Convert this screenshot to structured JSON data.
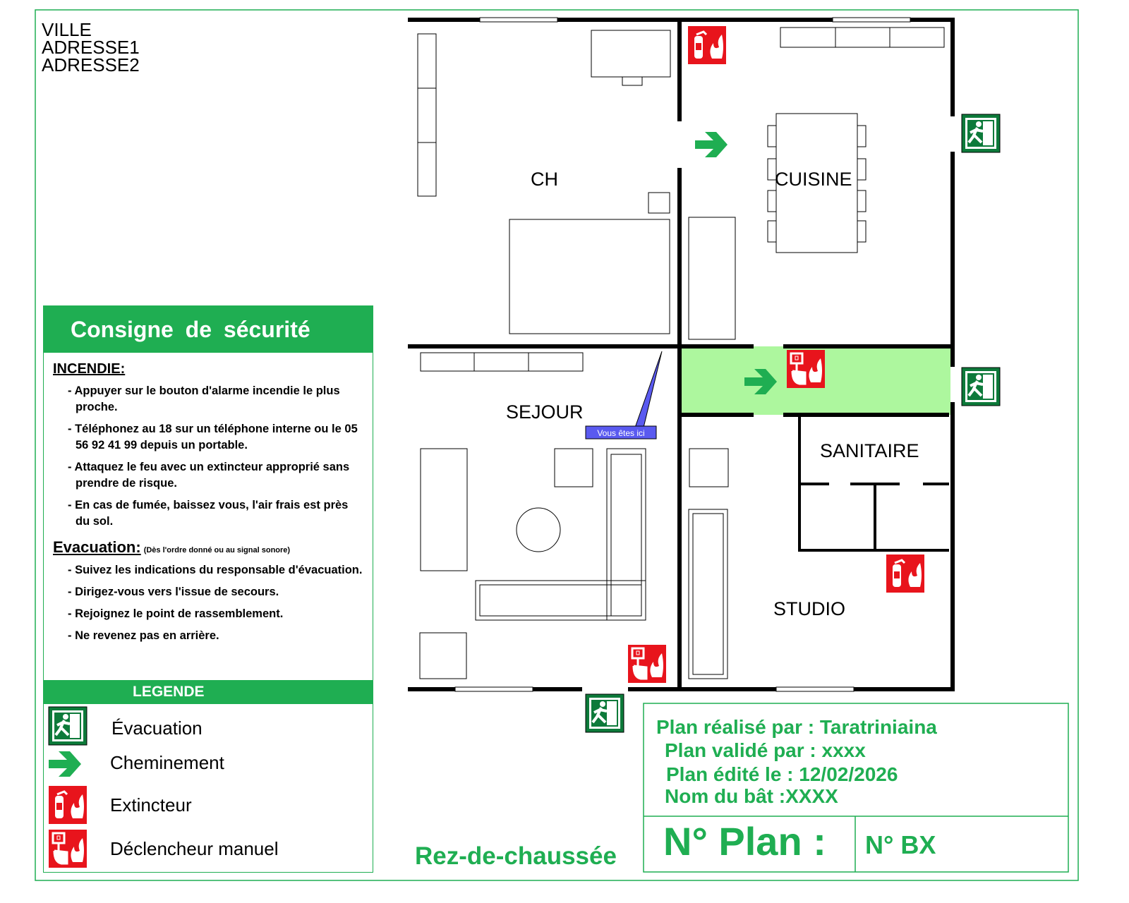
{
  "address": [
    "VILLE",
    "ADRESSE1",
    "ADRESSE2"
  ],
  "consigne": {
    "title": "Consigne de sécurité",
    "incendie_heading": "INCENDIE:",
    "incendie_items": [
      "- Appuyer sur le bouton d'alarme incendie le plus proche.",
      "- Téléphonez au 18 sur un téléphone interne ou le 05 56 92 41 99 depuis un portable.",
      "- Attaquez le feu avec un extincteur approprié sans prendre de risque.",
      "- En cas de fumée, baissez vous, l'air frais est près du sol."
    ],
    "evacuation_heading": "Evacuation:",
    "evacuation_note": "(Dès l'ordre donné ou au signal sonore)",
    "evacuation_items": [
      "- Suivez les indications du responsable d'évacuation.",
      "- Dirigez-vous vers l'issue de secours.",
      "- Rejoignez le point de rassemblement.",
      "- Ne revenez pas en arrière."
    ]
  },
  "legend": {
    "title": "LEGENDE",
    "items": [
      "Évacuation",
      "Cheminement",
      "Extincteur",
      "Déclencheur manuel"
    ]
  },
  "rooms": {
    "ch": "CH",
    "cuisine": "CUISINE",
    "sejour": "SEJOUR",
    "sanitaire": "SANITAIRE",
    "studio": "STUDIO"
  },
  "you_are_here": "Vous êtes ici",
  "floor": "Rez-de-chaussée",
  "info": {
    "made_by": "Plan réalisé par : Taratriniaina",
    "validated_by": "Plan validé par : xxxx",
    "edited": "Plan édité le :  12/02/2026",
    "building": "Nom du bât :XXXX",
    "plan_label": "N° Plan :",
    "plan_number": "N° BX"
  },
  "colors": {
    "green": "#1fae52",
    "corridor": "#adf79e",
    "red": "#e8141c",
    "marker": "#5a5af0"
  }
}
